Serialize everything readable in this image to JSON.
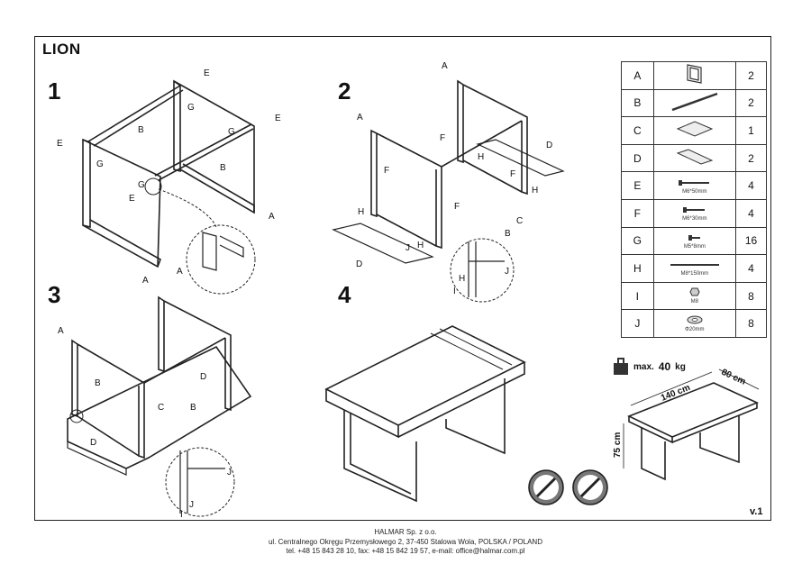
{
  "title": "LION",
  "steps": [
    "1",
    "2",
    "3",
    "4"
  ],
  "part_labels": {
    "A": "A",
    "B": "B",
    "C": "C",
    "D": "D",
    "E": "E",
    "F": "F",
    "G": "G",
    "H": "H",
    "I": "I",
    "J": "J"
  },
  "parts": [
    {
      "code": "A",
      "qty": "2",
      "hardware": ""
    },
    {
      "code": "B",
      "qty": "2",
      "hardware": ""
    },
    {
      "code": "C",
      "qty": "1",
      "hardware": ""
    },
    {
      "code": "D",
      "qty": "2",
      "hardware": ""
    },
    {
      "code": "E",
      "qty": "4",
      "hardware": "M6*50mm"
    },
    {
      "code": "F",
      "qty": "4",
      "hardware": "M6*30mm"
    },
    {
      "code": "G",
      "qty": "16",
      "hardware": "M5*8mm"
    },
    {
      "code": "H",
      "qty": "4",
      "hardware": "M8*150mm"
    },
    {
      "code": "I",
      "qty": "8",
      "hardware": "M8"
    },
    {
      "code": "J",
      "qty": "8",
      "hardware": "Φ20mm"
    }
  ],
  "max_load": {
    "label": "max.",
    "value": "40",
    "unit": "kg"
  },
  "dimensions": {
    "length": "140 cm",
    "width": "80 cm",
    "height": "75 cm"
  },
  "version": "v.1",
  "footer": {
    "company": "HALMAR Sp. z o.o.",
    "address": "ul. Centralnego Okręgu Przemysłowego 2, 37-450 Stalowa Wola, POLSKA / POLAND",
    "contact": "tel. +48 15 843 28 10, fax: +48 15 842 19 57, e-mail: office@halmar.com.pl"
  }
}
